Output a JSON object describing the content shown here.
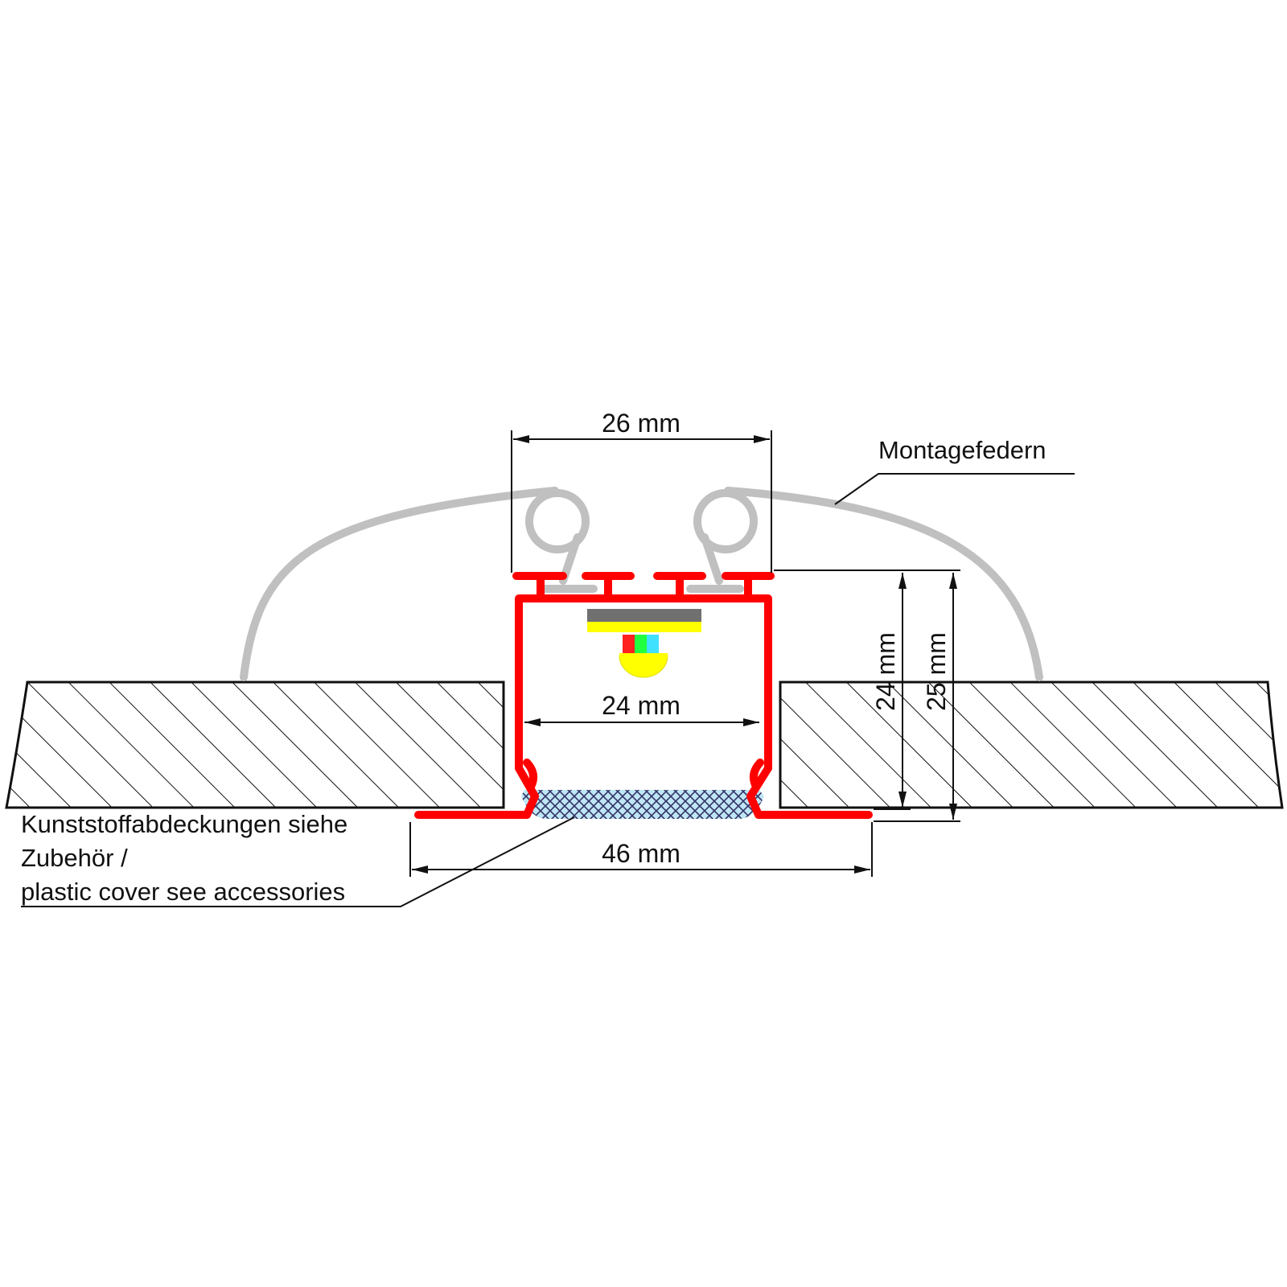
{
  "dimensions": {
    "top_width": "26 mm",
    "inner_width": "24 mm",
    "bottom_width": "46 mm",
    "inner_height": "24 mm",
    "total_height": "25 mm"
  },
  "labels": {
    "springs": "Montagefedern",
    "cover_line1": "Kunststoffabdeckungen siehe",
    "cover_line2": "Zubehör /",
    "cover_line3": "plastic cover see accessories"
  },
  "colors": {
    "profile": "#ff0000",
    "spring": "#c0c0c0",
    "strip_dark": "#707070",
    "strip_yellow": "#ffff00",
    "cover_fill": "#bfe6f5",
    "cover_hatch": "#333366",
    "line": "#111111"
  }
}
